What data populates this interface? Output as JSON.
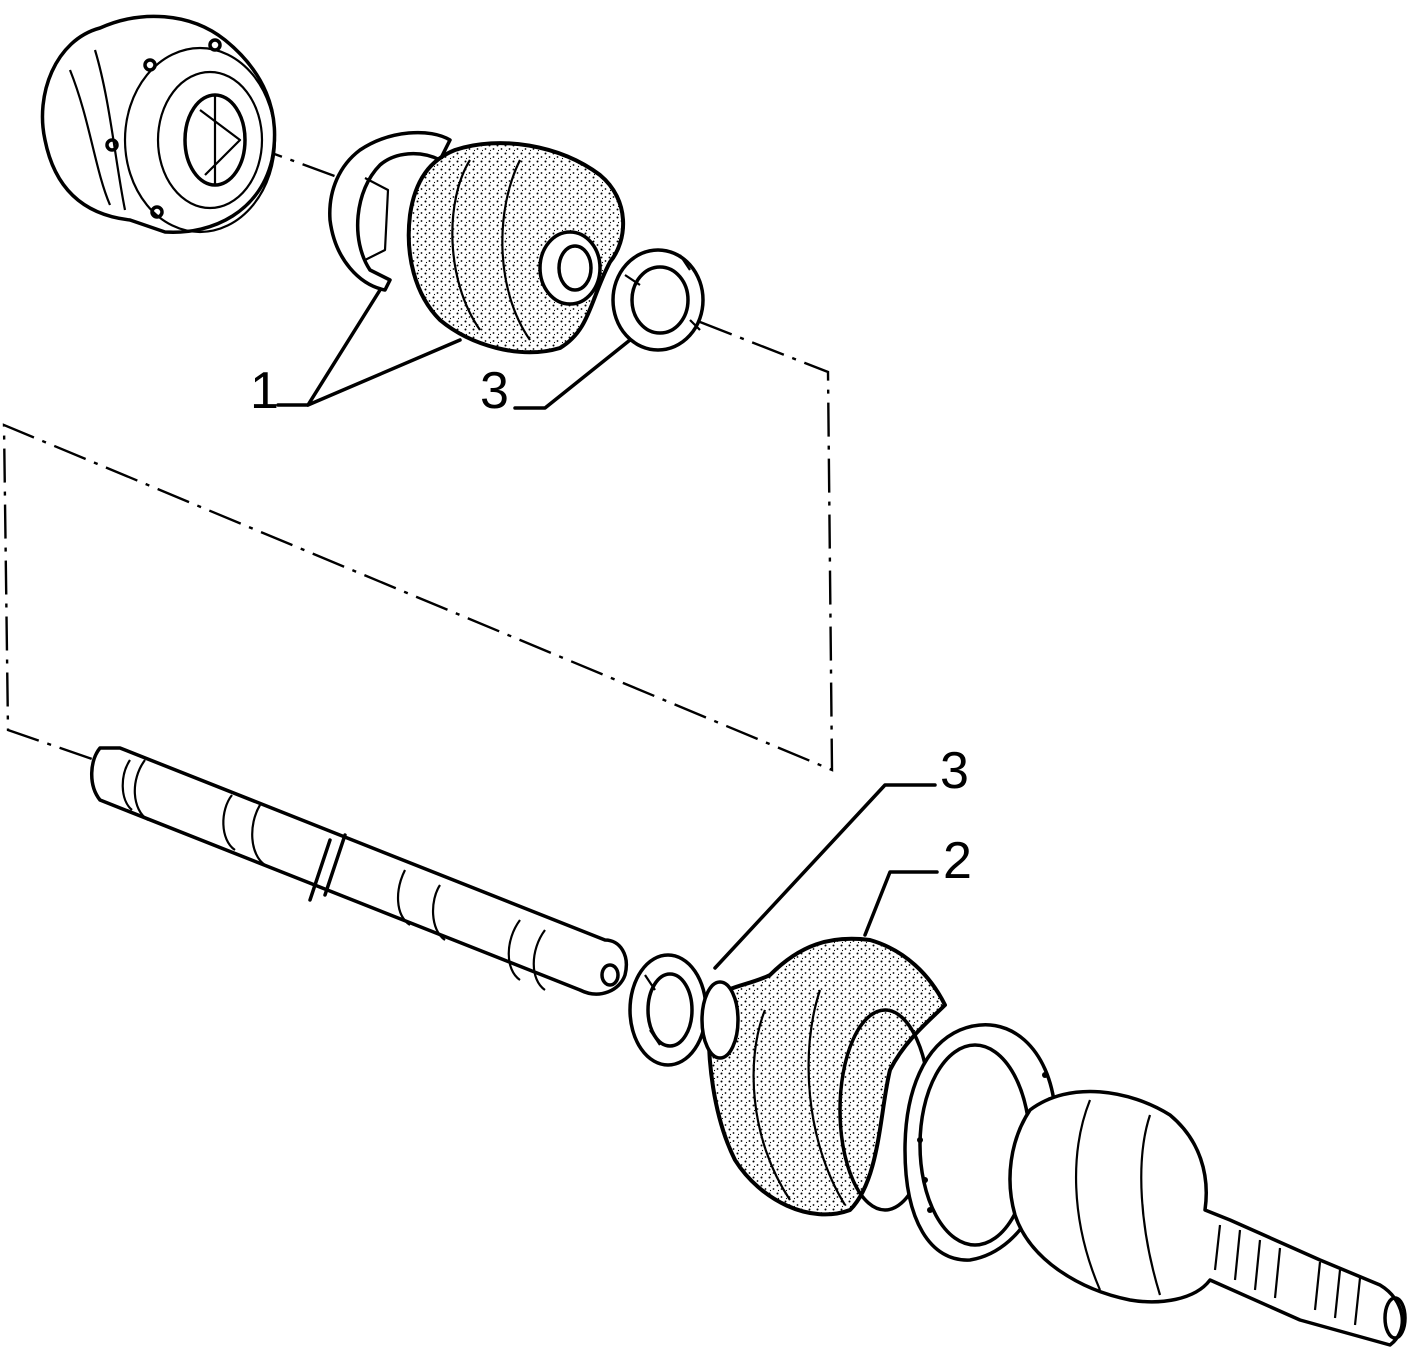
{
  "callouts": {
    "c1": "1",
    "c2": "2",
    "c3_top": "3",
    "c3_bottom": "3"
  },
  "colors": {
    "line": "#000000",
    "background": "#ffffff"
  }
}
